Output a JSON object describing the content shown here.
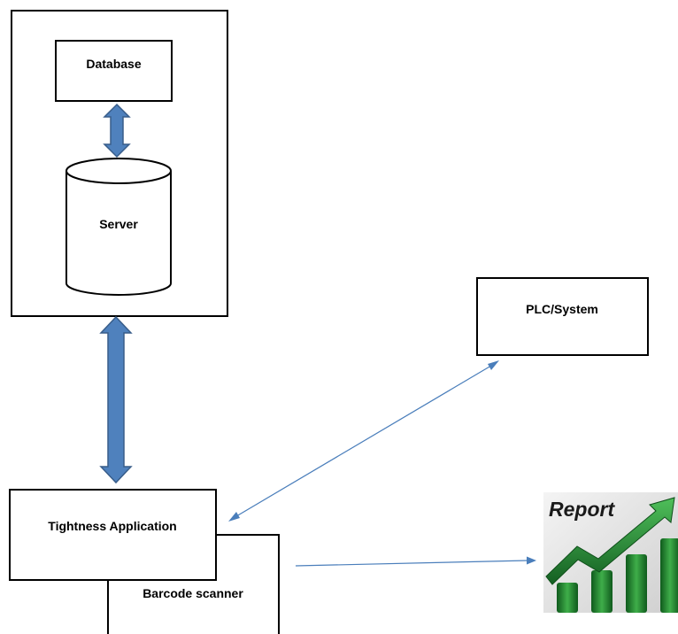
{
  "nodes": {
    "database": {
      "label": "Database"
    },
    "server": {
      "label": "Server"
    },
    "plc_system": {
      "label": "PLC/System"
    },
    "tightness_application": {
      "label": "Tightness Application"
    },
    "barcode_scanner": {
      "label": "Barcode scanner"
    },
    "report": {
      "label": "Report"
    }
  },
  "connections": [
    {
      "from": "database",
      "to": "server",
      "style": "thick-double-arrow"
    },
    {
      "from": "server-container",
      "to": "tightness_application",
      "style": "thick-double-arrow"
    },
    {
      "from": "tightness_application",
      "to": "plc_system",
      "style": "thin-double-arrow"
    },
    {
      "from": "barcode_scanner",
      "to": "report",
      "style": "thin-arrow"
    }
  ],
  "colors": {
    "arrow_fill": "#4f81bd",
    "arrow_stroke": "#385d8a",
    "thin_arrow": "#4a7ebb",
    "box_stroke": "#000000",
    "report_green": "#1f7a2e",
    "report_green_light": "#4fbf5a"
  }
}
